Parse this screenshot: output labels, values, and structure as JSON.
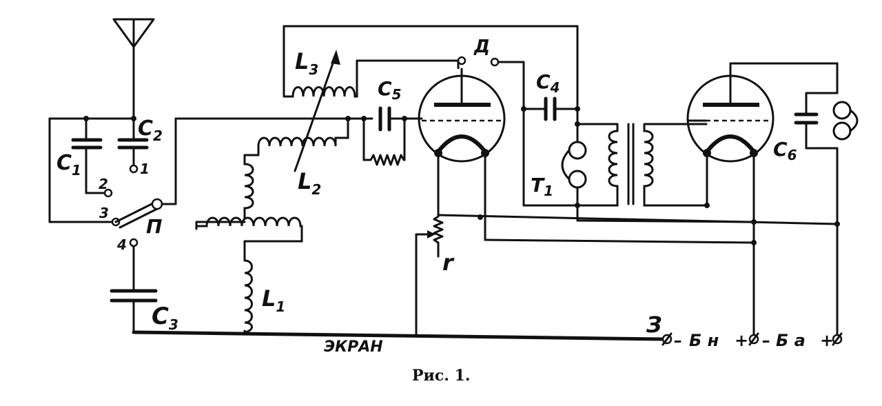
{
  "labels": {
    "c1": "C",
    "c1_sub": "1",
    "c2": "C",
    "c2_sub": "2",
    "c3": "C",
    "c3_sub": "3",
    "c4": "C",
    "c4_sub": "4",
    "c5": "C",
    "c5_sub": "5",
    "c6": "C",
    "c6_sub": "6",
    "l1": "L",
    "l1_sub": "1",
    "l2": "L",
    "l2_sub": "2",
    "l3": "L",
    "l3_sub": "3",
    "t1": "T",
    "t1_sub": "1",
    "p": "П",
    "d": "Д",
    "r": "r",
    "z": "З",
    "pos1": "1",
    "pos2": "2",
    "pos3": "3",
    "pos4": "4",
    "screen": "ЭКРАН",
    "bn": "Б н",
    "ba": "Б а",
    "minus1": "–",
    "plus1": "+",
    "minus2": "–",
    "plus2": "+"
  },
  "caption": "Рис. 1."
}
